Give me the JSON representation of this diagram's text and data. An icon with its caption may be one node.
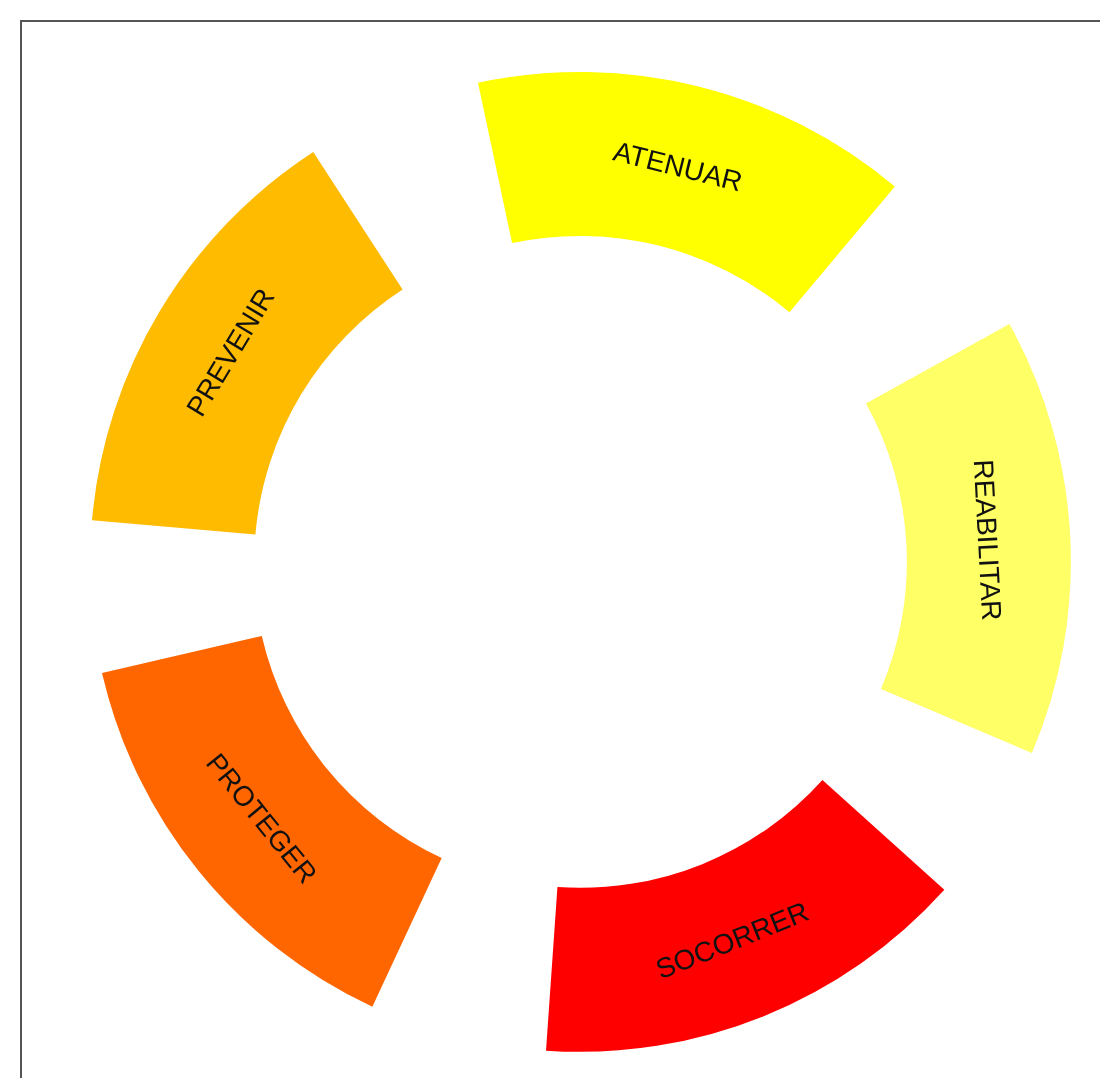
{
  "diagram": {
    "nodes": [
      {
        "text": [
          "ATENUAR"
        ]
      },
      {
        "text": [
          "REABILITAR"
        ]
      },
      {
        "text": [
          "SOCORRER"
        ]
      },
      {
        "text": [
          "PROTEGER"
        ]
      },
      {
        "text": [
          "PREVENIR"
        ]
      }
    ]
  }
}
